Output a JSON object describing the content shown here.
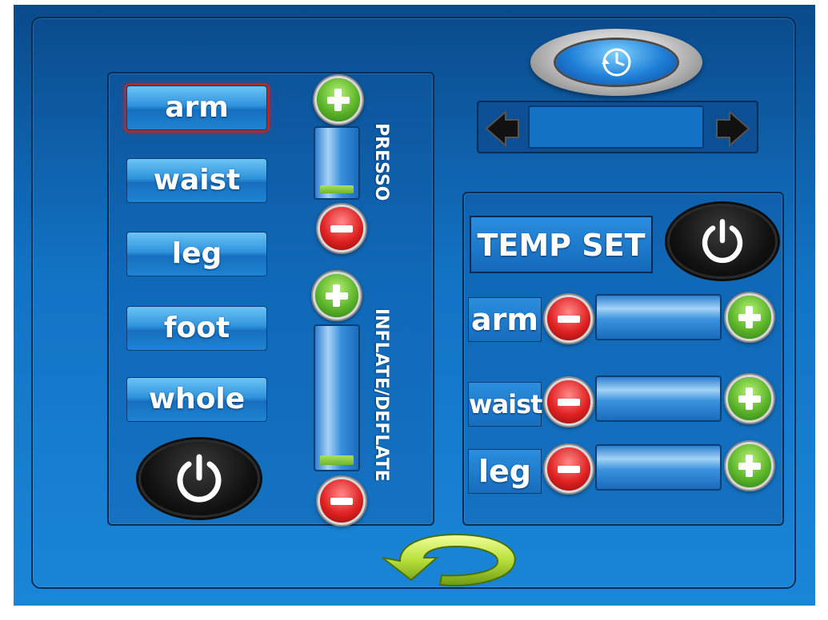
{
  "zones": [
    {
      "label": "arm",
      "active": true
    },
    {
      "label": "waist",
      "active": false
    },
    {
      "label": "leg",
      "active": false
    },
    {
      "label": "foot",
      "active": false
    },
    {
      "label": "whole",
      "active": false
    }
  ],
  "pressure": {
    "label": "PRESSO",
    "level": 0.12
  },
  "inflate": {
    "label": "INFLATE/DEFLATE",
    "level": 0.07
  },
  "temp": {
    "title": "TEMP SET",
    "rows": [
      {
        "label": "arm"
      },
      {
        "label": "waist"
      },
      {
        "label": "leg"
      }
    ]
  },
  "colors": {
    "background_top": "#0a4a8a",
    "background_bottom": "#1a86d8",
    "accent_green": "#5cb52a",
    "accent_red": "#e02222",
    "active_outline": "#b12a2a"
  },
  "icons": {
    "timer": "clock-refresh-icon",
    "prev": "arrow-left-icon",
    "next": "arrow-right-icon",
    "power": "power-icon",
    "back": "return-arrow-icon"
  }
}
